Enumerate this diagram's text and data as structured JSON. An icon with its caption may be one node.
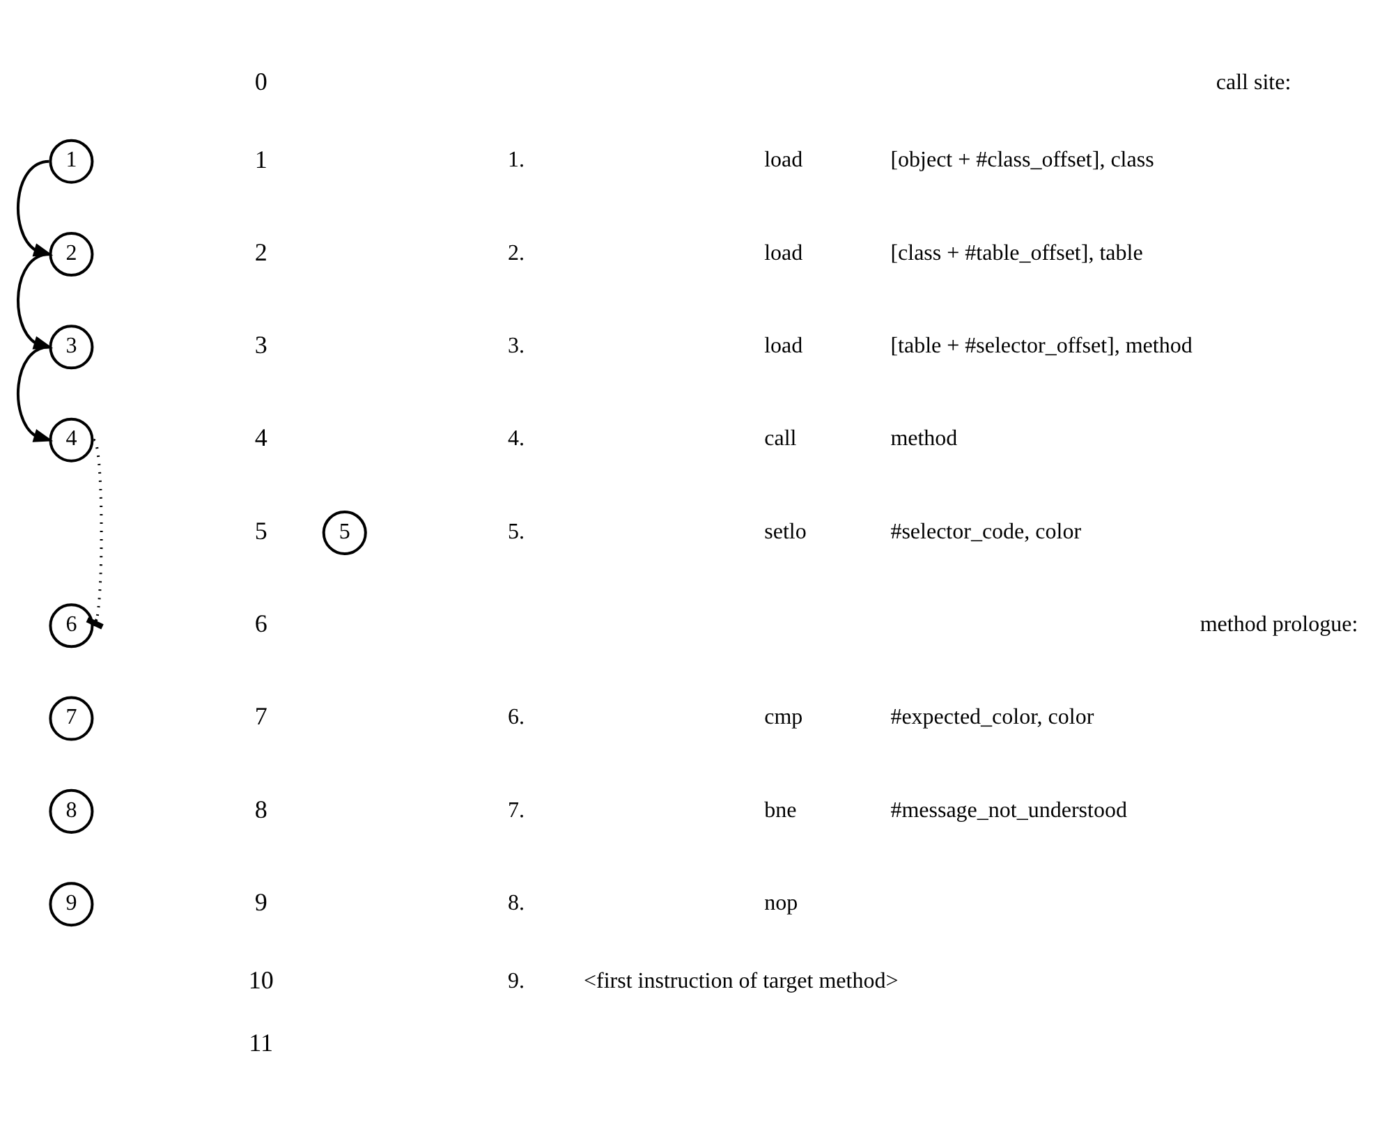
{
  "diagram": {
    "nodes": [
      {
        "text": [
          "1"
        ]
      },
      {
        "text": [
          "2"
        ]
      },
      {
        "text": [
          "3"
        ]
      },
      {
        "text": [
          "4"
        ]
      },
      {
        "text": [
          "5"
        ]
      },
      {
        "text": [
          "6"
        ]
      },
      {
        "text": [
          "7"
        ]
      },
      {
        "text": [
          "8"
        ]
      },
      {
        "text": [
          "9"
        ]
      }
    ],
    "edges": [
      {
        "from": 0,
        "to": 1,
        "arrow": "to"
      },
      {
        "from": 1,
        "to": 2,
        "arrow": "to"
      },
      {
        "from": 2,
        "to": 3,
        "arrow": "to"
      },
      {
        "from": 3,
        "to": 5,
        "arrow": "other",
        "style": "dashed"
      }
    ],
    "labels": [
      "0",
      "1",
      "2",
      "3",
      "4",
      "5",
      "6",
      "7",
      "8",
      "9",
      "10",
      "11",
      "call site:",
      "1.",
      "load",
      "[object + #class_offset], class",
      "2.",
      "load",
      "[class + #table_offset], table",
      "3.",
      "load",
      "[table + #selector_offset], method",
      "4.",
      "call",
      "method",
      "5.",
      "setlo",
      "#selector_code, color",
      "method prologue:",
      "6.",
      "cmp",
      "#expected_color, color",
      "7.",
      "bne",
      "#message_not_understood",
      "8.",
      "nop",
      "9.",
      "<first instruction of target method>"
    ]
  }
}
